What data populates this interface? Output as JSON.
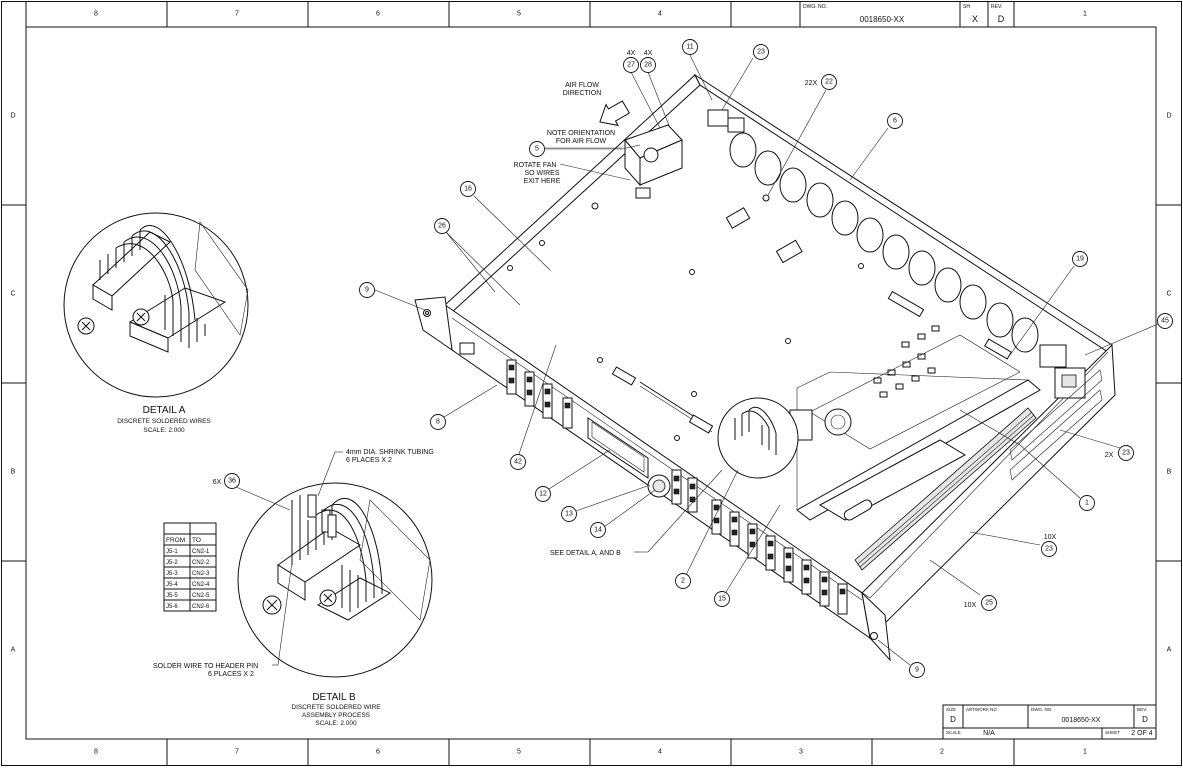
{
  "title_block": {
    "top_dwg_label": "DWG. NO.",
    "top_dwg_value": "0018650-XX",
    "top_sh_label": "SH",
    "top_sh_value": "X",
    "top_rev_label": "REV.",
    "top_rev_value": "D",
    "size_label": "SIZE",
    "size_value": "D",
    "artwork_label": "ARTWORK NO.",
    "dwg_label": "DWG. NO.",
    "dwg_value": "0018650-XX",
    "rev_label": "REV.",
    "rev_value": "D",
    "scale_label": "SCALE",
    "scale_value": "N/A",
    "sheet_label": "SHEET",
    "sheet_value": "2 OF 4"
  },
  "zones": {
    "columns_top": [
      "8",
      "7",
      "6",
      "5",
      "4",
      "1"
    ],
    "columns_bottom": [
      "8",
      "7",
      "6",
      "5",
      "4",
      "3",
      "2",
      "1"
    ],
    "rows": [
      "D",
      "C",
      "B",
      "A"
    ]
  },
  "notes": {
    "air_flow_1": "AIR FLOW",
    "air_flow_2": "DIRECTION",
    "orient_1": "NOTE ORIENTATION",
    "orient_2": "FOR AIR FLOW",
    "rotate_1": "ROTATE FAN",
    "rotate_2": "SO WIRES",
    "rotate_3": "EXIT HERE",
    "see_detail": "SEE DETAIL    A, AND B",
    "shrink_1": "4mm DIA. SHRINK TUBING",
    "shrink_2": "6 PLACES X 2",
    "solder_1": "SOLDER WIRE TO HEADER PIN",
    "solder_2": "6 PLACES X 2"
  },
  "detail_a": {
    "title": "DETAIL A",
    "line1": "DISCRETE SOLDERED WIRES",
    "line2": "SCALE: 2.000"
  },
  "detail_b": {
    "title": "DETAIL B",
    "line1": "DISCRETE SOLDERED WIRE",
    "line2": "ASSEMBLY PROCESS",
    "line3": "SCALE: 2.000"
  },
  "quantities": {
    "q27": "4X",
    "q28": "4X",
    "q22": "22X",
    "q23_right": "2X",
    "q23_low": "10X",
    "q25": "10X",
    "q36": "6X"
  },
  "balloons": {
    "b11": "11",
    "b23a": "23",
    "b27": "27",
    "b28": "28",
    "b22": "22",
    "b6": "6",
    "b5": "5",
    "b16": "16",
    "b26": "26",
    "b9a": "9",
    "b19": "19",
    "b45": "45",
    "b8": "8",
    "b42": "42",
    "b12": "12",
    "b13": "13",
    "b14": "14",
    "b2": "2",
    "b15": "15",
    "b1": "1",
    "b23b": "23",
    "b23c": "23",
    "b25": "25",
    "b9b": "9",
    "b36": "36"
  },
  "wire_table": {
    "headers": [
      "FROM",
      "TO"
    ],
    "rows": [
      [
        "J5-1",
        "CN2-1"
      ],
      [
        "J5-2",
        "CN2-2"
      ],
      [
        "J5-3",
        "CN2-3"
      ],
      [
        "J5-4",
        "CN2-4"
      ],
      [
        "J5-5",
        "CN2-5"
      ],
      [
        "J5-6",
        "CN2-6"
      ]
    ]
  }
}
